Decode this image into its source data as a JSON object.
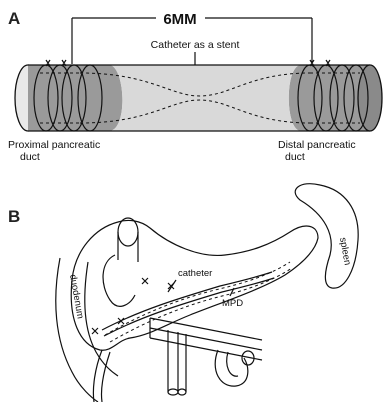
{
  "panel_a": {
    "label": "A",
    "measurement": "6MM",
    "catheter_label": "Catheter as a stent",
    "proximal_label_line1": "Proximal pancreatic",
    "proximal_label_line2": "duct",
    "distal_label_line1": "Distal pancreatic",
    "distal_label_line2": "duct"
  },
  "panel_b": {
    "label": "B",
    "duodenum_label": "duodenum",
    "spleen_label": "spleen",
    "catheter_label": "catheter",
    "mpd_label": "MPD"
  }
}
